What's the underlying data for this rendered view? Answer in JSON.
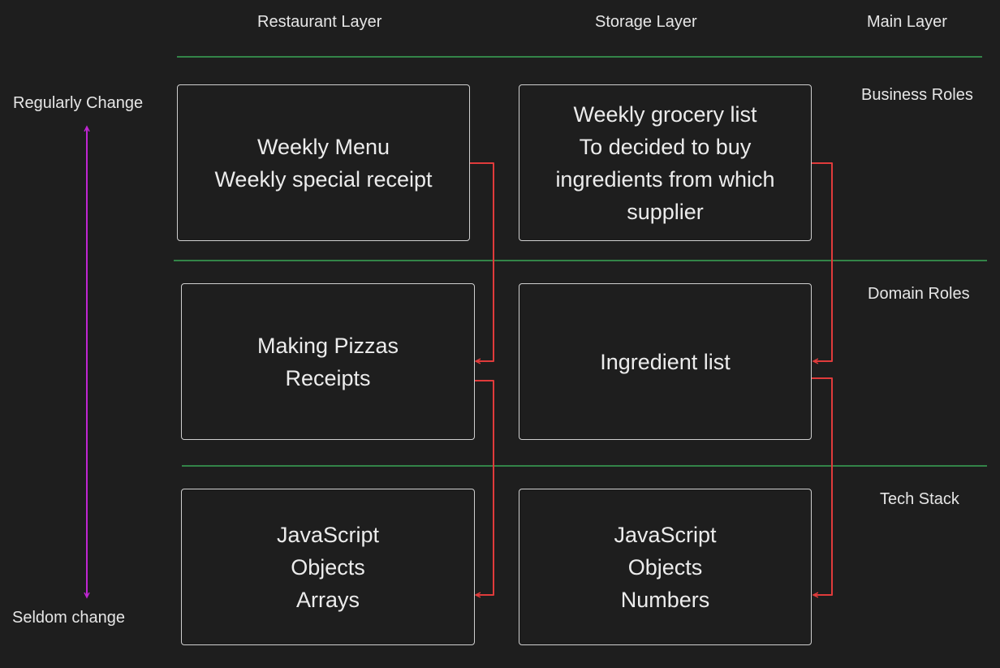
{
  "columns": {
    "restaurant": "Restaurant Layer",
    "storage": "Storage Layer",
    "main": "Main Layer"
  },
  "rows": {
    "business": "Business Roles",
    "domain": "Domain Roles",
    "tech": "Tech Stack"
  },
  "axis": {
    "top": "Regularly Change",
    "bottom": "Seldom change"
  },
  "boxes": {
    "weekly_menu": [
      "Weekly Menu",
      "Weekly special receipt"
    ],
    "grocery_list": [
      "Weekly grocery list",
      "To decided to buy",
      "ingredients from which",
      "supplier"
    ],
    "making_pizzas": [
      "Making Pizzas",
      "Receipts"
    ],
    "ingredient_list": [
      "Ingredient list"
    ],
    "js_restaurant": [
      "JavaScript",
      "Objects",
      "Arrays"
    ],
    "js_storage": [
      "JavaScript",
      "Objects",
      "Numbers"
    ]
  },
  "colors": {
    "background": "#1e1e1e",
    "divider": "#3aa657",
    "arrow": "#e03b3b",
    "axis_arrow": "#c026d3",
    "box_border": "#cfcfcf"
  }
}
